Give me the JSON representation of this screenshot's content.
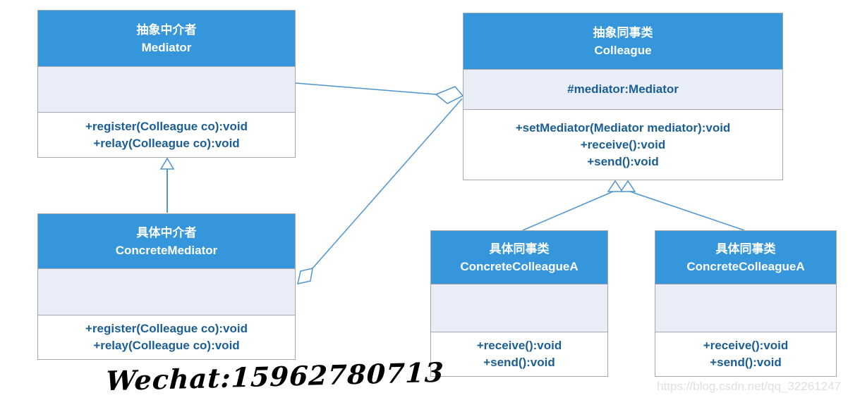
{
  "diagram": {
    "title": "Mediator pattern UML class diagram",
    "classes": [
      {
        "name_cn": "抽象中介者",
        "name_en": "Mediator",
        "fields": [],
        "methods": [
          "+register(Colleague co):void",
          "+relay(Colleague co):void"
        ]
      },
      {
        "name_cn": "抽象同事类",
        "name_en": "Colleague",
        "fields": [
          "#mediator:Mediator"
        ],
        "methods": [
          "+setMediator(Mediator mediator):void",
          "+receive():void",
          "+send():void"
        ]
      },
      {
        "name_cn": "具体中介者",
        "name_en": "ConcreteMediator",
        "fields": [],
        "methods": [
          "+register(Colleague co):void",
          "+relay(Colleague co):void"
        ]
      },
      {
        "name_cn": "具体同事类",
        "name_en": "ConcreteColleagueA",
        "fields": [],
        "methods": [
          "+receive():void",
          "+send():void"
        ]
      },
      {
        "name_cn": "具体同事类",
        "name_en": "ConcreteColleagueA",
        "fields": [],
        "methods": [
          "+receive():void",
          "+send():void"
        ]
      }
    ],
    "relationships": [
      {
        "type": "aggregation",
        "from": "Mediator",
        "to": "Colleague",
        "diamond_at": "Colleague"
      },
      {
        "type": "aggregation",
        "from": "Colleague",
        "to": "ConcreteMediator",
        "diamond_at": "ConcreteMediator"
      },
      {
        "type": "generalization",
        "from": "ConcreteMediator",
        "to": "Mediator"
      },
      {
        "type": "generalization",
        "from": "ConcreteColleagueA-left",
        "to": "Colleague"
      },
      {
        "type": "generalization",
        "from": "ConcreteColleagueA-right",
        "to": "Colleague"
      }
    ],
    "colors": {
      "header_bg": "#3596db",
      "fields_bg": "#e9edf8",
      "methods_bg": "#ffffff",
      "border": "#a8a8a8",
      "member_text": "#1a5e94",
      "connector": "#4e94cf"
    }
  },
  "watermarks": {
    "handwritten": "Wechat:15962780713",
    "url": "https://blog.csdn.net/qq_32261247"
  }
}
